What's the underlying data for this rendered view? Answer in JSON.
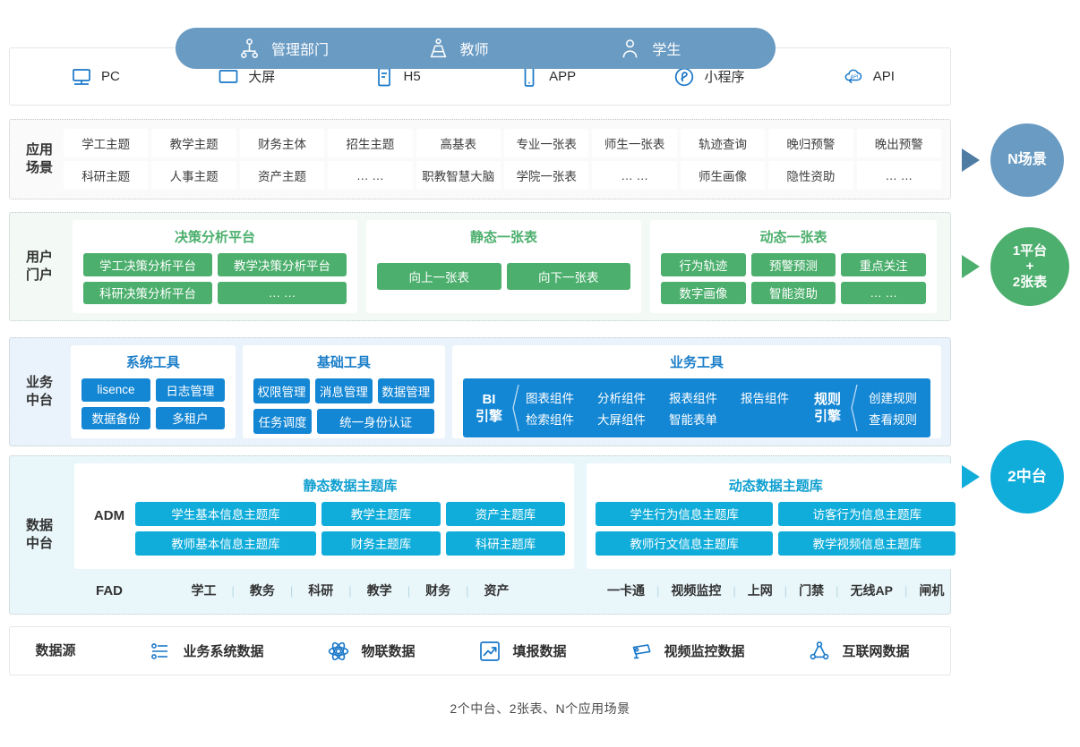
{
  "roles": [
    {
      "label": "管理部门",
      "icon": "org-chart-icon"
    },
    {
      "label": "教师",
      "icon": "teacher-podium-icon"
    },
    {
      "label": "学生",
      "icon": "student-person-icon"
    }
  ],
  "channels": [
    {
      "label": "PC",
      "icon": "monitor-icon"
    },
    {
      "label": "大屏",
      "icon": "large-screen-icon"
    },
    {
      "label": "H5",
      "icon": "h5-page-icon"
    },
    {
      "label": "APP",
      "icon": "mobile-app-icon"
    },
    {
      "label": "小程序",
      "icon": "mini-program-icon"
    },
    {
      "label": "API",
      "icon": "api-cloud-icon"
    }
  ],
  "scene": {
    "label": "应用\n场景",
    "label_line1": "应用",
    "label_line2": "场景",
    "row1": [
      "学工主题",
      "教学主题",
      "财务主体",
      "招生主题",
      "高基表",
      "专业一张表",
      "师生一张表",
      "轨迹查询",
      "晚归预警",
      "晚出预警"
    ],
    "row2": [
      "科研主题",
      "人事主题",
      "资产主题",
      "… …",
      "职教智慧大脑",
      "学院一张表",
      "… …",
      "师生画像",
      "隐性资助",
      "… …"
    ]
  },
  "portal": {
    "label_line1": "用户",
    "label_line2": "门户",
    "cards": [
      {
        "title": "决策分析平台",
        "chips": [
          "学工决策分析平台",
          "教学决策分析平台",
          "科研决策分析平台",
          "… …"
        ]
      },
      {
        "title": "静态一张表",
        "chips": [
          "向上一张表",
          "向下一张表"
        ]
      },
      {
        "title": "动态一张表",
        "chips": [
          "行为轨迹",
          "预警预测",
          "重点关注",
          "数字画像",
          "智能资助",
          "… …"
        ]
      }
    ]
  },
  "business": {
    "label_line1": "业务",
    "label_line2": "中台",
    "system_tools": {
      "title": "系统工具",
      "chips": [
        "lisence",
        "日志管理",
        "数据备份",
        "多租户"
      ]
    },
    "basic_tools": {
      "title": "基础工具",
      "row1": [
        "权限管理",
        "消息管理",
        "数据管理"
      ],
      "row2": [
        "任务调度",
        "统一身份认证"
      ]
    },
    "biz_tools": {
      "title": "业务工具",
      "bi_engine": {
        "line1": "BI",
        "line2": "引擎"
      },
      "bi_items_row1": [
        "图表组件",
        "分析组件",
        "报表组件",
        "报告组件"
      ],
      "bi_items_row2": [
        "检索组件",
        "大屏组件",
        "智能表单"
      ],
      "rule_engine": {
        "line1": "规则",
        "line2": "引擎"
      },
      "rule_items_row1": [
        "创建规则"
      ],
      "rule_items_row2": [
        "查看规则"
      ]
    }
  },
  "data_platform": {
    "label_line1": "数据",
    "label_line2": "中台",
    "adm_tag": "ADM",
    "fad_tag": "FAD",
    "static_db": {
      "title": "静态数据主题库",
      "chips": [
        "学生基本信息主题库",
        "教学主题库",
        "资产主题库",
        "教师基本信息主题库",
        "财务主题库",
        "科研主题库"
      ]
    },
    "dynamic_db": {
      "title": "动态数据主题库",
      "chips": [
        "学生行为信息主题库",
        "访客行为信息主题库",
        "教师行文信息主题库",
        "教学视频信息主题库"
      ]
    },
    "fad_left": [
      "学工",
      "教务",
      "科研",
      "教学",
      "财务",
      "资产"
    ],
    "fad_right": [
      "一卡通",
      "视频监控",
      "上网",
      "门禁",
      "无线AP",
      "闸机"
    ]
  },
  "sources": {
    "label": "数据源",
    "items": [
      {
        "label": "业务系统数据",
        "icon": "settings-list-icon"
      },
      {
        "label": "物联数据",
        "icon": "iot-atom-icon"
      },
      {
        "label": "填报数据",
        "icon": "chart-trend-icon"
      },
      {
        "label": "视频监控数据",
        "icon": "cctv-camera-icon"
      },
      {
        "label": "互联网数据",
        "icon": "network-nodes-icon"
      }
    ]
  },
  "badges": [
    {
      "name": "N场景",
      "lines": [
        "N场景"
      ],
      "color": "#6a9bc3"
    },
    {
      "name": "1平台+2张表",
      "lines": [
        "1平台",
        "+",
        "2张表"
      ],
      "color": "#4caf6d"
    },
    {
      "name": "2中台",
      "lines": [
        "2中台"
      ],
      "color": "#11adda"
    }
  ],
  "footer": {
    "caption": "2个中台、2张表、N个应用场景"
  },
  "colors": {
    "role_blue": "#6a9bc3",
    "portal_green": "#4caf6d",
    "business_blue": "#1386d4",
    "data_cyan": "#11adda",
    "icon_blue": "#1877c9"
  }
}
